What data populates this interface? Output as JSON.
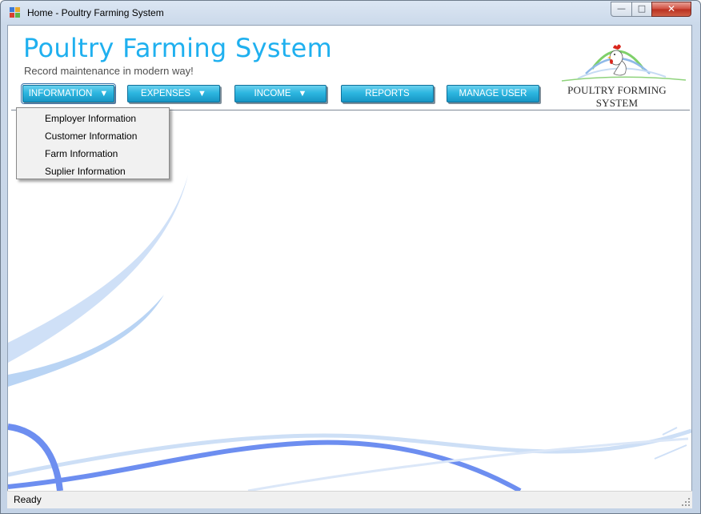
{
  "window": {
    "title": "Home - Poultry Farming System",
    "controls": {
      "minimize": "—",
      "maximize": "□",
      "close": "✕"
    }
  },
  "header": {
    "title": "Poultry Farming System",
    "subtitle": "Record maintenance in modern way!",
    "logo_text": "POULTRY FORMING SYSTEM"
  },
  "menu": [
    {
      "label": "INFORMATION",
      "has_arrow": true
    },
    {
      "label": "EXPENSES",
      "has_arrow": true
    },
    {
      "label": "INCOME",
      "has_arrow": true
    },
    {
      "label": "REPORTS",
      "has_arrow": false
    },
    {
      "label": "MANAGE USER",
      "has_arrow": false
    }
  ],
  "dropdown": {
    "items": [
      "Employer Information",
      "Customer Information",
      "Farm Information",
      "Suplier Information"
    ]
  },
  "statusbar": {
    "text": "Ready"
  },
  "colors": {
    "title": "#1fb0ef",
    "button": "#2db6e0",
    "swoosh": "#b9d4f4"
  },
  "icons": {
    "app": "app-window-icon",
    "arrow": "triangle-down-icon",
    "logo": "rooster-logo-icon"
  }
}
